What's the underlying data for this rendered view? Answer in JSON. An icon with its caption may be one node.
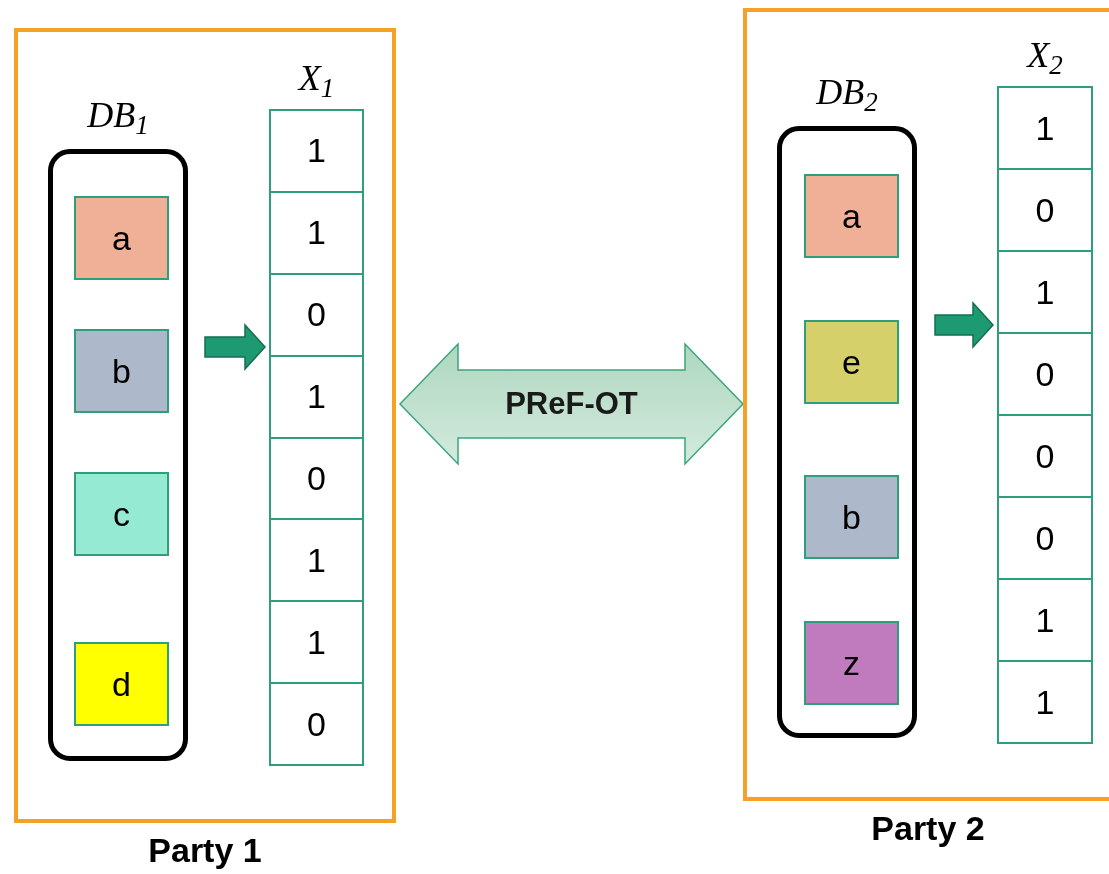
{
  "diagram": {
    "nodes": [
      {
        "text": [
          "Party 1"
        ]
      },
      {
        "text": [
          "DB$_{1}$"
        ],
        "in": 0
      },
      {
        "text": [
          "a"
        ],
        "in": 1
      },
      {
        "text": [
          "b"
        ],
        "in": 1
      },
      {
        "text": [
          "c"
        ],
        "in": 1
      },
      {
        "text": [
          "d"
        ],
        "in": 1
      },
      {
        "text": [
          "X$_{1}$"
        ],
        "in": 0
      },
      {
        "text": [
          "1"
        ],
        "in": 6
      },
      {
        "text": [
          "1"
        ],
        "in": 6
      },
      {
        "text": [
          "0"
        ],
        "in": 6
      },
      {
        "text": [
          "1"
        ],
        "in": 6
      },
      {
        "text": [
          "0"
        ],
        "in": 6
      },
      {
        "text": [
          "1"
        ],
        "in": 6
      },
      {
        "text": [
          "1"
        ],
        "in": 6
      },
      {
        "text": [
          "0"
        ],
        "in": 6
      },
      {
        "text": [
          "Party 2"
        ]
      },
      {
        "text": [
          "DB$_{2}$"
        ],
        "in": 15
      },
      {
        "text": [
          "a"
        ],
        "in": 16
      },
      {
        "text": [
          "e"
        ],
        "in": 16
      },
      {
        "text": [
          "b"
        ],
        "in": 16
      },
      {
        "text": [
          "z"
        ],
        "in": 16
      },
      {
        "text": [
          "X$_{2}$"
        ],
        "in": 15
      },
      {
        "text": [
          "1"
        ],
        "in": 21
      },
      {
        "text": [
          "0"
        ],
        "in": 21
      },
      {
        "text": [
          "1"
        ],
        "in": 21
      },
      {
        "text": [
          "0"
        ],
        "in": 21
      },
      {
        "text": [
          "0"
        ],
        "in": 21
      },
      {
        "text": [
          "0"
        ],
        "in": 21
      },
      {
        "text": [
          "1"
        ],
        "in": 21
      },
      {
        "text": [
          "1"
        ],
        "in": 21
      }
    ],
    "edges": [
      {
        "from": 0,
        "to": 15,
        "arrow": "both",
        "label": "PReF-OT",
        "style": "thick",
        "color": "#9fd0b4"
      },
      {
        "from": 1,
        "to": 6,
        "arrow": "to",
        "style": "thick"
      },
      {
        "from": 16,
        "to": 21,
        "arrow": "to",
        "style": "thick"
      }
    ]
  }
}
